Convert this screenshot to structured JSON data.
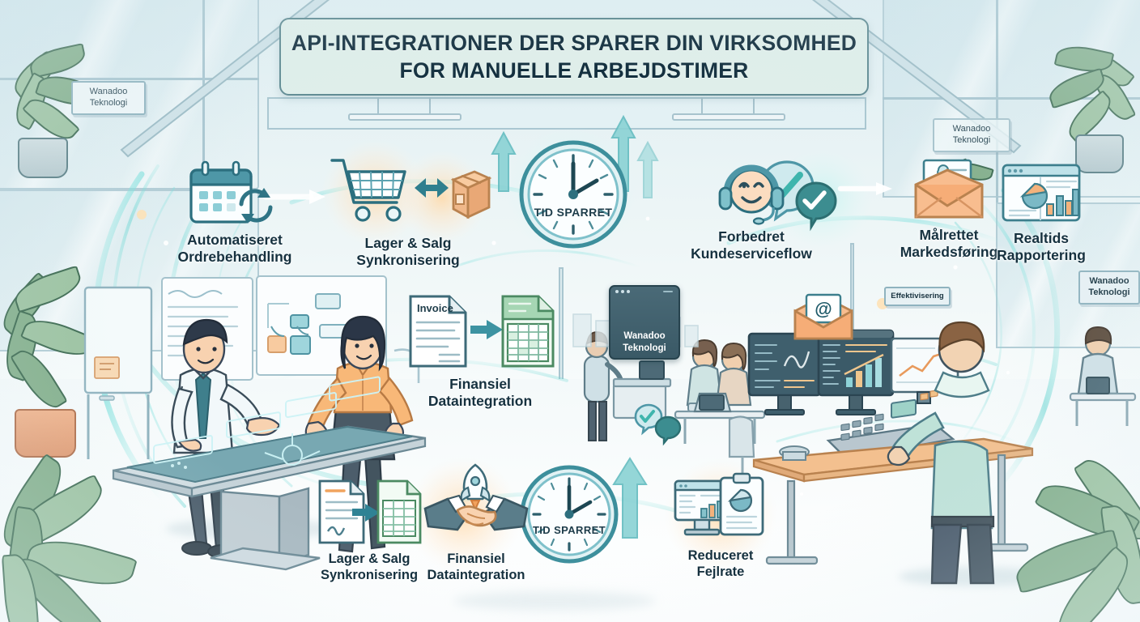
{
  "headline": {
    "line1": "API-INTEGRATIONER DER SPARER DIN VIRKSOMHED",
    "line2": "FOR MANUELLE ARBEJDSTIMER"
  },
  "brand": {
    "name": "Wanadoo\nTeknologi",
    "accent_teal": "#2e8f9e",
    "accent_deep": "#14303f",
    "accent_peach": "#f5b183",
    "accent_green": "#7fb894",
    "banner_bg": "#dfeeea"
  },
  "signs": [
    {
      "id": "wall-sign-left",
      "text": "Wanadoo\nTeknologi",
      "style": "plain"
    },
    {
      "id": "wall-sign-right-upper",
      "text": "Wanadoo\nTeknologi",
      "style": "plain"
    },
    {
      "id": "wall-sign-far-right",
      "text": "Wanadoo\nTeknologi",
      "style": "bold"
    },
    {
      "id": "monitor-sign-center",
      "text": "Wanadoo\nTeknologi",
      "style": "screen"
    },
    {
      "id": "efficiency-sign",
      "text": "Effektivisering",
      "style": "bold"
    }
  ],
  "top_row_nodes": [
    {
      "id": "automated-order-processing",
      "icon": "calendar-sync-icon",
      "caption": "Automatiseret\nOrdrebehandling"
    },
    {
      "id": "inventory-sales-sync",
      "icon": "cart-box-exchange-icon",
      "caption": "Lager & Salg\nSynkronisering"
    },
    {
      "id": "improved-customer-service-flow",
      "icon": "headset-smiley-icon",
      "caption": "Forbedret\nKundeserviceflow"
    },
    {
      "id": "targeted-marketing",
      "icon": "open-envelope-icon",
      "caption": "Målrettet\nMarkedsføring"
    },
    {
      "id": "realtime-reporting",
      "icon": "dashboard-chart-icon",
      "caption": "Realtids\nRapportering"
    }
  ],
  "mid_row_nodes": [
    {
      "id": "financial-data-integration",
      "icon": "invoice-to-spreadsheet-icon",
      "caption": "Finansiel\nDataintegration",
      "doc_label": "Invoice"
    }
  ],
  "bottom_row_nodes": [
    {
      "id": "inventory-sales-sync-bottom",
      "icon": "document-to-table-icon",
      "caption": "Lager & Salg\nSynkronisering"
    },
    {
      "id": "financial-data-integration-bottom",
      "icon": "handshake-rocket-icon",
      "caption": "Finansiel\nDataintegration"
    },
    {
      "id": "reduced-error-rate",
      "icon": "monitor-report-icon",
      "caption": "Reduceret\nFejlrate"
    }
  ],
  "clocks": [
    {
      "id": "clock-top",
      "label": "TID SPARRET",
      "hour_angle": 0,
      "minute_angle": 62
    },
    {
      "id": "clock-bottom",
      "label": "TID SPARRET",
      "hour_angle": 0,
      "minute_angle": 62
    }
  ],
  "email_icon": {
    "id": "email-at-icon",
    "glyph": "@"
  },
  "scene": {
    "left_meeting": "two-colleagues-at-interactive-touch-table",
    "center_office": "staff-at-desks-with-laptops",
    "right_workstation": "analyst-at-standing-desk-with-three-monitors"
  }
}
